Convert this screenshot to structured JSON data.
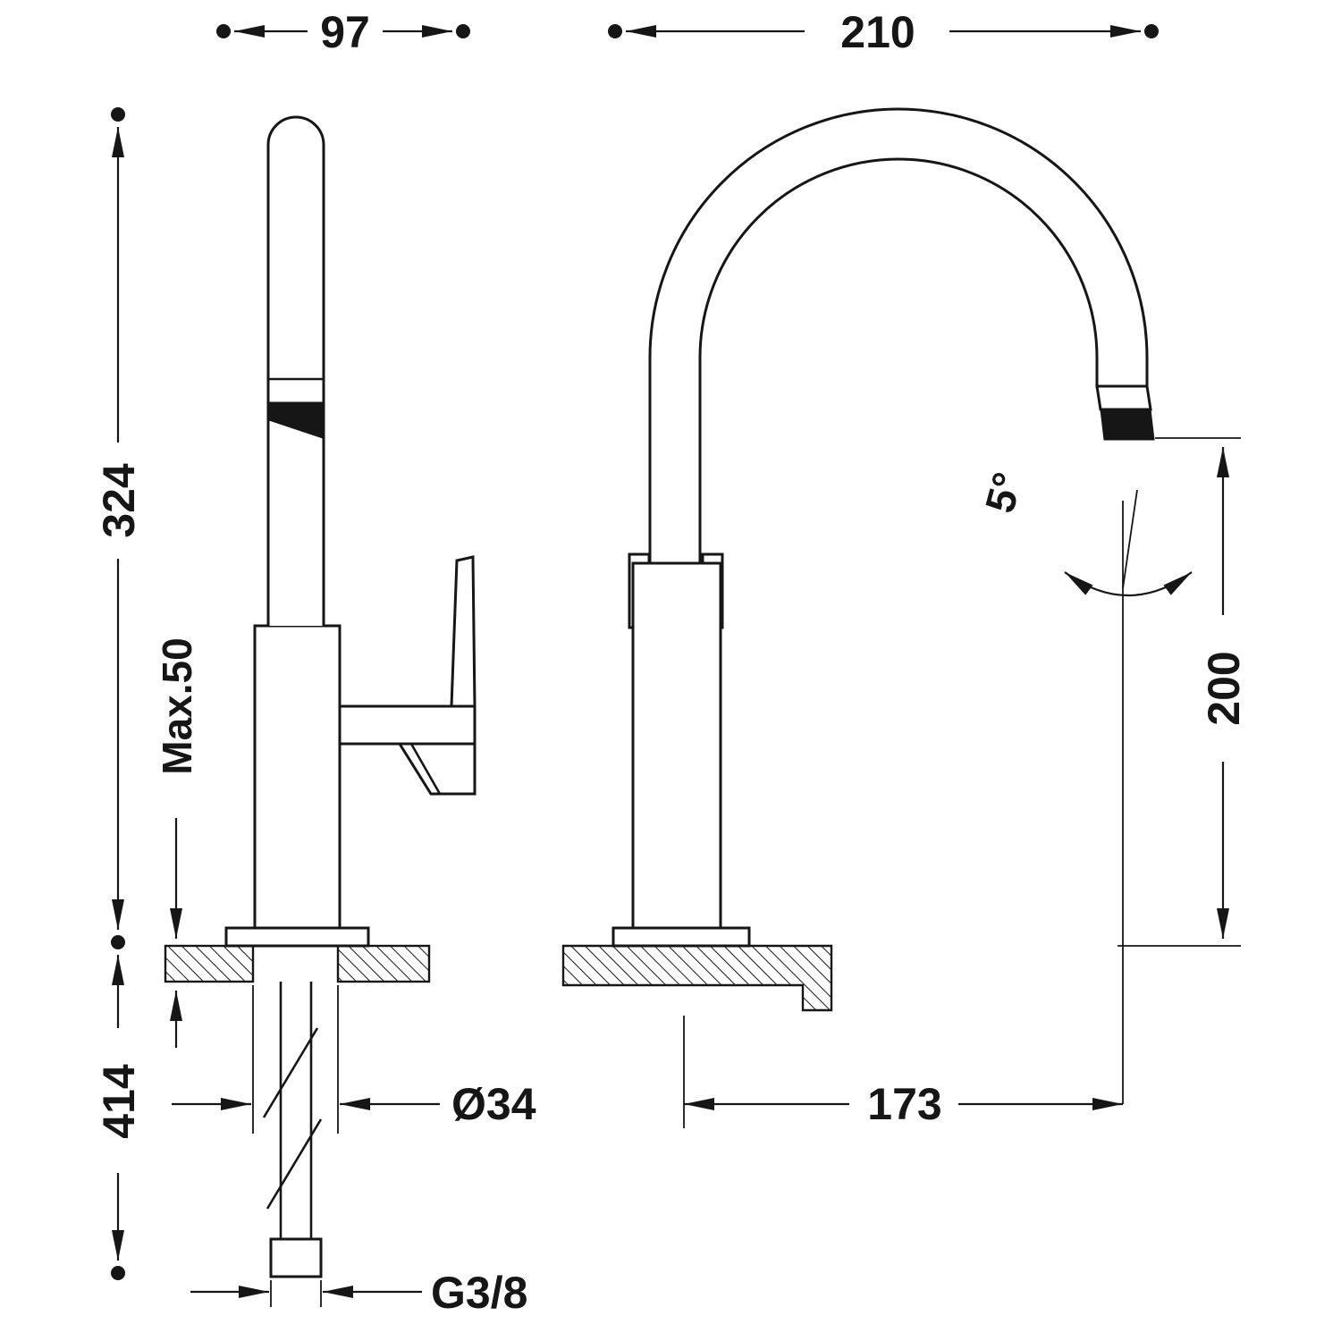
{
  "drawing": {
    "side_view": {
      "dim_depth_top": "97",
      "dim_height_above_deck": "324",
      "dim_max_deck_thickness": "Max.50",
      "dim_height_below_deck": "414",
      "dim_hole_diameter": "Ø34",
      "dim_supply_thread": "G3/8"
    },
    "front_view": {
      "dim_width_top": "210",
      "dim_swivel_angle": "5°",
      "dim_spout_height": "200",
      "dim_spout_reach": "173"
    }
  }
}
